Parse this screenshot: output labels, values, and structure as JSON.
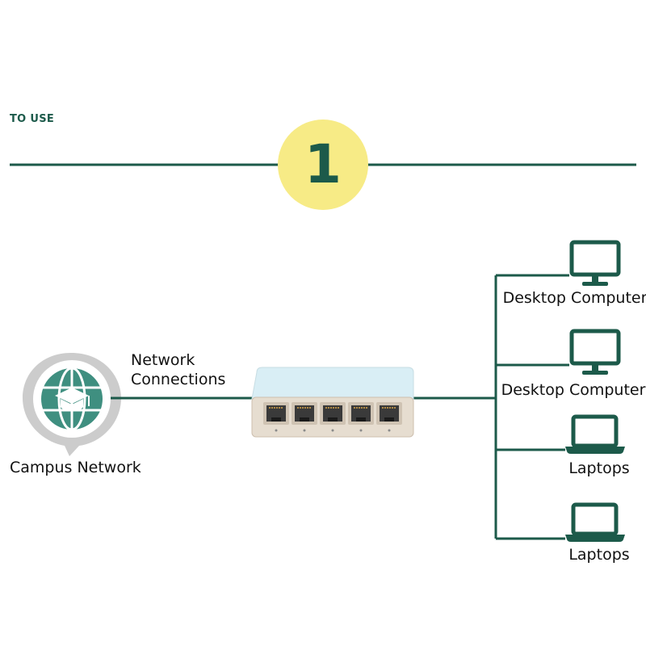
{
  "heading": "TO USE",
  "step_number": "1",
  "network_connections": [
    "Network",
    "Connections"
  ],
  "campus_network_label": "Campus Network",
  "devices": [
    {
      "label": "Desktop Computer",
      "icon": "desktop-monitor-icon"
    },
    {
      "label": "Desktop Computer",
      "icon": "desktop-monitor-icon"
    },
    {
      "label": "Laptops",
      "icon": "laptop-icon"
    },
    {
      "label": "Laptops",
      "icon": "laptop-icon"
    }
  ],
  "switch_ports": 5,
  "colors": {
    "line": "#1c5a4a",
    "badge": "#f7eb86",
    "icon_teal": "#3f8f80",
    "globe_ring": "#c9c9c9",
    "switch_top": "#d9eef5"
  }
}
